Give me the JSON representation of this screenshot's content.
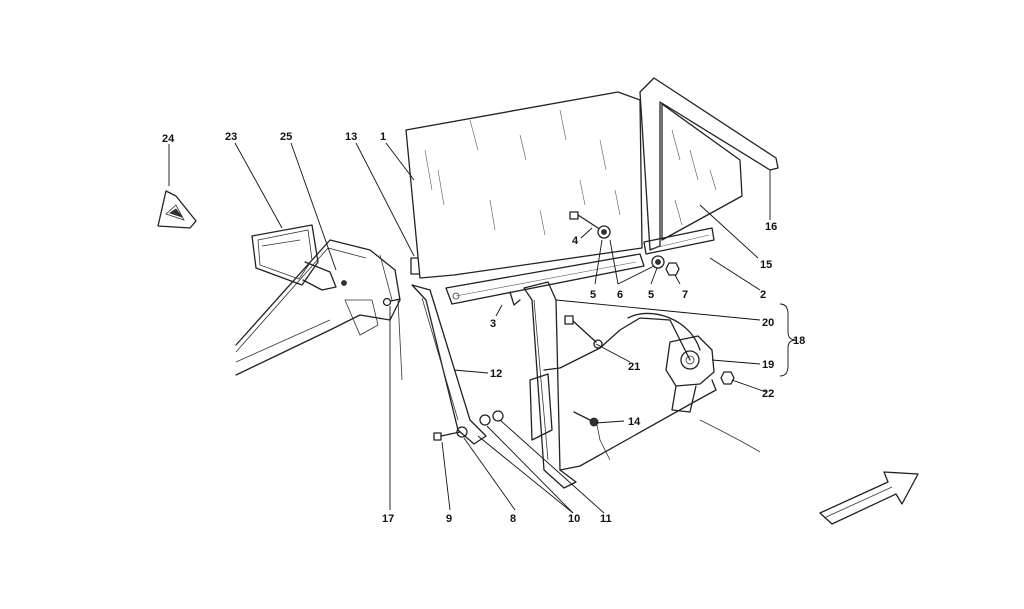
{
  "callouts": [
    {
      "id": "c1",
      "text": "1"
    },
    {
      "id": "c2",
      "text": "2"
    },
    {
      "id": "c3",
      "text": "3"
    },
    {
      "id": "c4",
      "text": "4"
    },
    {
      "id": "c5a",
      "text": "5"
    },
    {
      "id": "c5b",
      "text": "5"
    },
    {
      "id": "c6",
      "text": "6"
    },
    {
      "id": "c7",
      "text": "7"
    },
    {
      "id": "c8",
      "text": "8"
    },
    {
      "id": "c9",
      "text": "9"
    },
    {
      "id": "c10",
      "text": "10"
    },
    {
      "id": "c11",
      "text": "11"
    },
    {
      "id": "c12",
      "text": "12"
    },
    {
      "id": "c13",
      "text": "13"
    },
    {
      "id": "c14",
      "text": "14"
    },
    {
      "id": "c15",
      "text": "15"
    },
    {
      "id": "c16",
      "text": "16"
    },
    {
      "id": "c17",
      "text": "17"
    },
    {
      "id": "c18",
      "text": "18"
    },
    {
      "id": "c19",
      "text": "19"
    },
    {
      "id": "c20",
      "text": "20"
    },
    {
      "id": "c21",
      "text": "21"
    },
    {
      "id": "c22",
      "text": "22"
    },
    {
      "id": "c23",
      "text": "23"
    },
    {
      "id": "c24",
      "text": "24"
    },
    {
      "id": "c25",
      "text": "25"
    }
  ]
}
